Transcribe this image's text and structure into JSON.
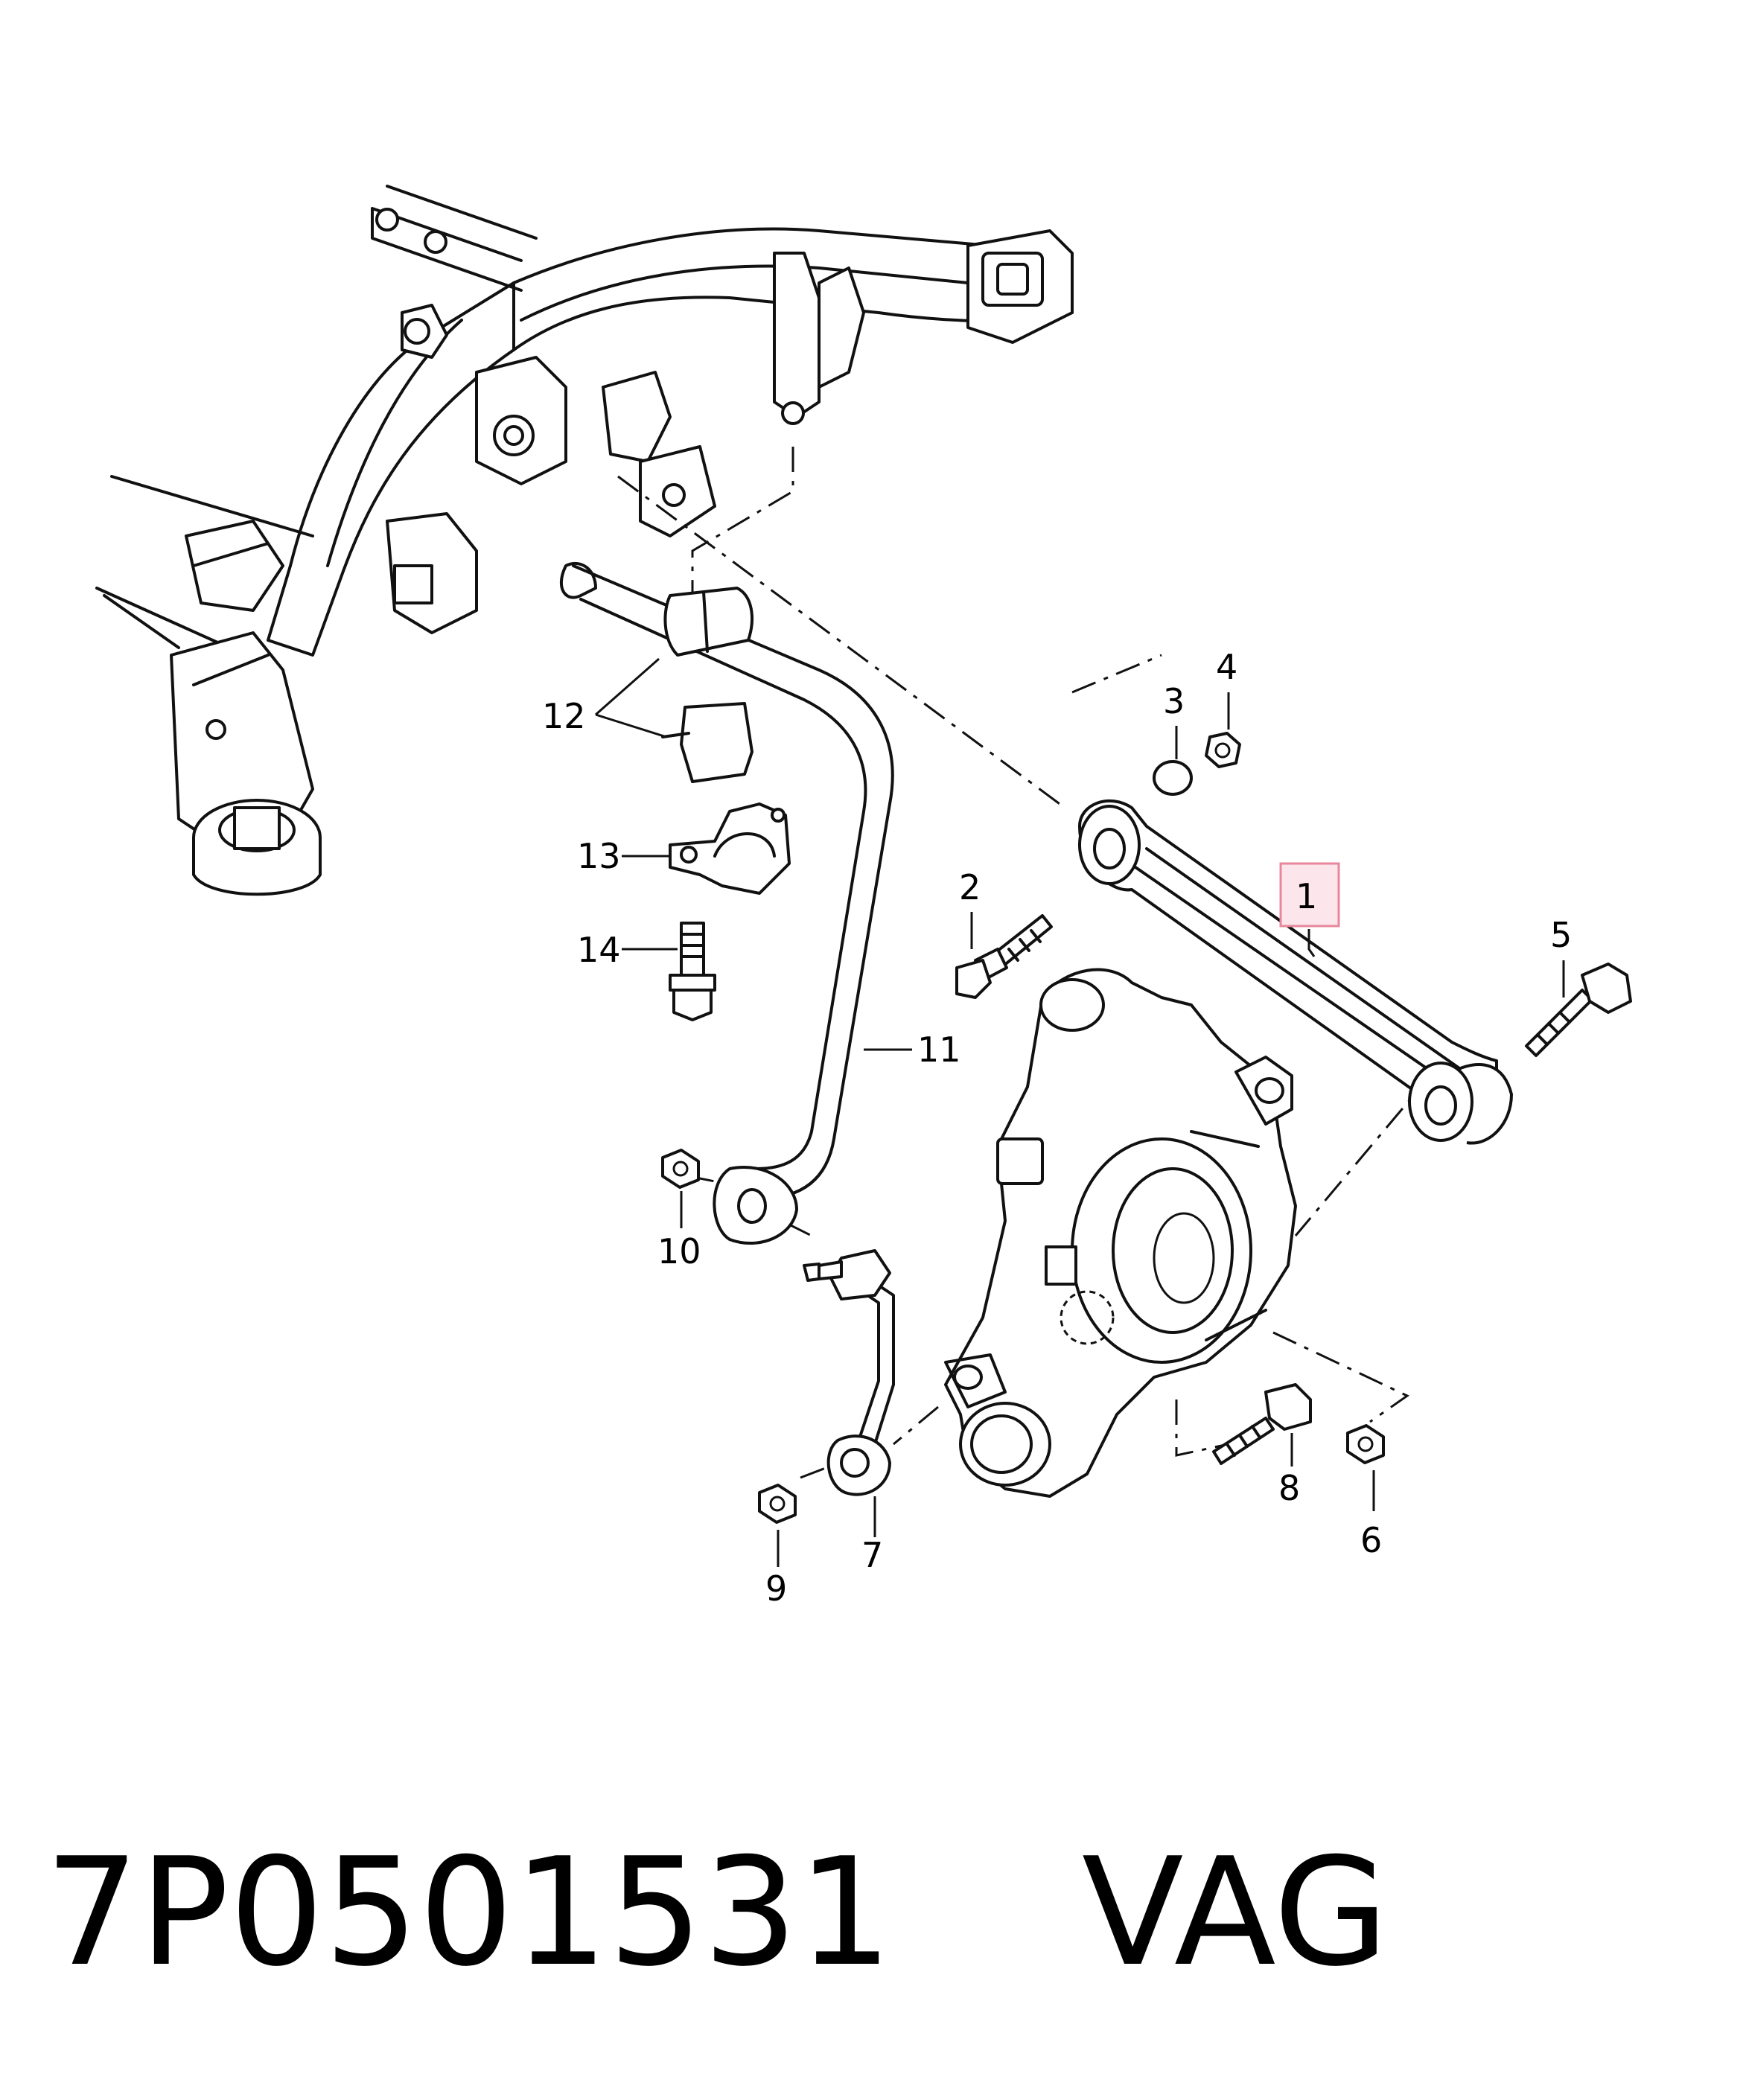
{
  "highlight_color": "#f6b8c6",
  "callouts": [
    {
      "id": "1",
      "text": "1",
      "part": "rear-upper-control-arm",
      "highlighted": true
    },
    {
      "id": "2",
      "text": "2",
      "part": "arm-inner-bolt"
    },
    {
      "id": "3",
      "text": "3",
      "part": "washer"
    },
    {
      "id": "4",
      "text": "4",
      "part": "hex-nut"
    },
    {
      "id": "5",
      "text": "5",
      "part": "arm-outer-bolt"
    },
    {
      "id": "6",
      "text": "6",
      "part": "hex-nut"
    },
    {
      "id": "7",
      "text": "7",
      "part": "stabilizer-link"
    },
    {
      "id": "8",
      "text": "8",
      "part": "knuckle-bolt"
    },
    {
      "id": "9",
      "text": "9",
      "part": "hex-nut"
    },
    {
      "id": "10",
      "text": "10",
      "part": "hex-nut"
    },
    {
      "id": "11",
      "text": "11",
      "part": "stabilizer-bar"
    },
    {
      "id": "12",
      "text": "12",
      "part": "stabilizer-bushing"
    },
    {
      "id": "13",
      "text": "13",
      "part": "bushing-clamp"
    },
    {
      "id": "14",
      "text": "14",
      "part": "clamp-bolt"
    }
  ],
  "caption": {
    "part_number": "7P0501531",
    "brand": "VAG"
  }
}
